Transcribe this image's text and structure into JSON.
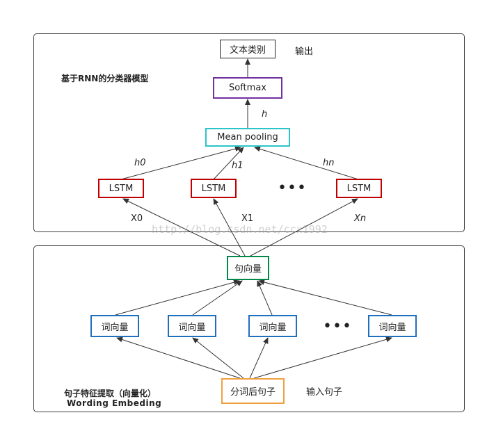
{
  "top_panel": {
    "title": "基于RNN的分类器模型",
    "output_box": "文本类别",
    "output_label": "输出",
    "softmax_box": "Softmax",
    "h_label": "h",
    "pooling_box": "Mean pooling",
    "hidden_labels": [
      "h0",
      "h1",
      "hn"
    ],
    "lstm_boxes": [
      "LSTM",
      "LSTM",
      "LSTM"
    ],
    "ellipsis": "•••",
    "input_labels": [
      "X0",
      "X1",
      "Xn"
    ]
  },
  "bottom_panel": {
    "sentence_vector_box": "句向量",
    "word_vector_boxes": [
      "词向量",
      "词向量",
      "词向量",
      "词向量"
    ],
    "ellipsis": "•••",
    "segmented_box": "分词后句子",
    "input_label": "输入句子",
    "title_cn": "句子特征提取（向量化）",
    "title_en": "Wording Embeding"
  },
  "watermark": "http://blog.csdn.net/ccx1992",
  "colors": {
    "output_border": "#222222",
    "softmax_border": "#7030a0",
    "pooling_border": "#2cc4c8",
    "lstm_border": "#c00000",
    "sentence_border": "#00884a",
    "word_border": "#1f6fbf",
    "segmented_border": "#f0a040",
    "arrow": "#333333"
  }
}
